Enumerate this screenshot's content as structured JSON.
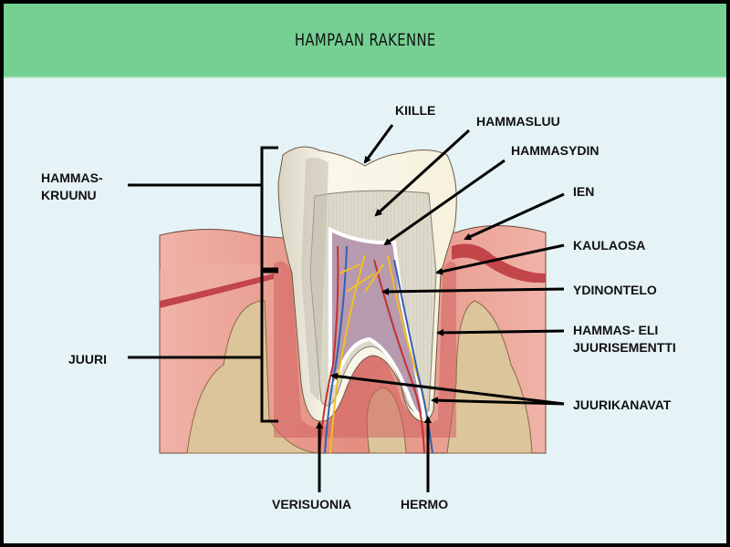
{
  "header": {
    "title": "HAMPAAN RAKENNE"
  },
  "labels": {
    "crown_1": "HAMMAS-",
    "crown_2": "KRUUNU",
    "root": "JUURI",
    "enamel": "KIILLE",
    "dentin": "HAMMASLUU",
    "pulp": "HAMMASYDIN",
    "gum": "IEN",
    "neck": "KAULAOSA",
    "pulp_cavity": "YDINONTELO",
    "cementum_1": "HAMMAS- ELI",
    "cementum_2": "JUURISEMENTTI",
    "root_canals": "JUURIKANAVAT",
    "blood_vessels": "VERISUONIA",
    "nerve": "HERMO"
  },
  "colors": {
    "header": "#76cf93",
    "background": "#e6f3f6",
    "gum": "#e79a8e",
    "bone": "#dcc59a",
    "enamel": "#f6f1dc",
    "dentin": "#dcd9cb"
  }
}
